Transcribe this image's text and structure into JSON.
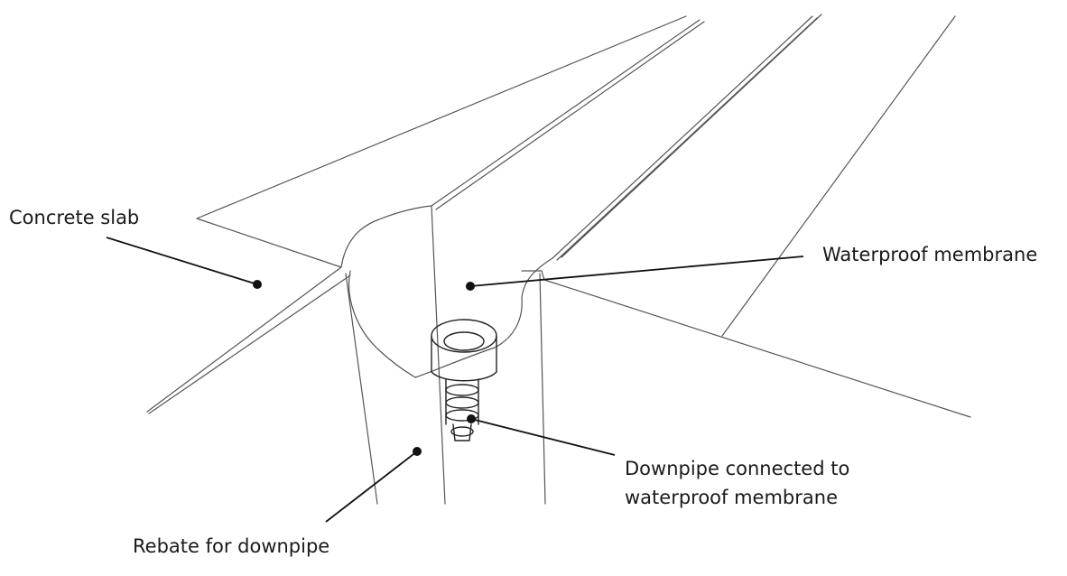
{
  "labels": {
    "concrete_slab": "Concrete slab",
    "waterproof_membrane": "Waterproof membrane",
    "downpipe_line1": "Downpipe connected to",
    "downpipe_line2": "waterproof membrane",
    "rebate": "Rebate for downpipe"
  },
  "colors": {
    "line": "#555555",
    "leader": "#111111",
    "background": "#ffffff"
  }
}
